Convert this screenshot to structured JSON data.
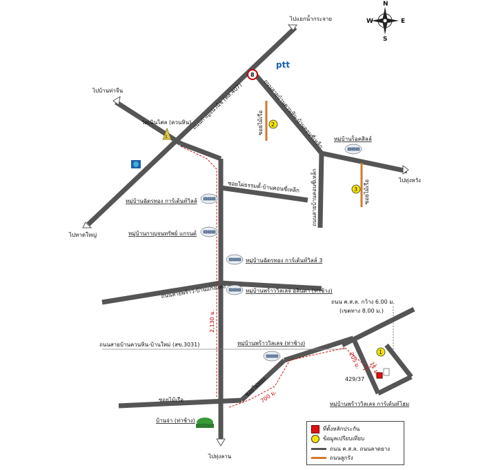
{
  "compass": {
    "n": "N",
    "s": "S",
    "e": "E",
    "w": "W"
  },
  "brand": {
    "ptt": "ptt"
  },
  "places": {
    "to_market": "ไปแยกน้ำกระจาย",
    "to_ban_tha_chin": "ไปบ้านท่าจีน",
    "wat": "วัดเนินไศล (ควนหิน)",
    "to_hat_yai": "ไปหาดใหญ่",
    "to_thung_wang": "ไปทุ่งหวัง",
    "to_thung_lan": "ไปทุ่งลาน",
    "ban_cha": "บ้านจ่า (ท่าช้าง)"
  },
  "roads": {
    "main_highway": "ถนนกาญจนวนิช (ทล.407)",
    "khuan_hin_road": "ถนนสายบ้านควนหิน-บ้านคอนซี่เหล็ก",
    "soi_1": "ซอยไม้เรือ",
    "soi_2": "ซอยไผ่ธรรมดั้-บ้านคอนซี่เหล็ก",
    "khuan_hin_kho": "ถนนสายบ้านคอนซี่เหล็ก",
    "soi_3": "ซอยไม้เรือ",
    "road_thung": "ถนนสายพร้าว-บ้านแก่งแดง",
    "road_3031": "ถนนสายบ้านควนหิน-บ้านใหม่ (สข.3031)",
    "soi_mai_rua": "ซอยไม้เรือ",
    "soi_sai": "ซอยไผ่ทอง",
    "pks_road_line1": "ถนน ค.ส.ล. กว้าง 6.00 ม.",
    "pks_road_line2": "(เขตทาง 8.00 ม.)"
  },
  "markers": {
    "m1": "1",
    "m2": "2",
    "m3": "3",
    "traffic": "8",
    "temple": "1"
  },
  "villages": {
    "v_rock": "หมู่บ้านร็อคสิลล์",
    "v_chatrthong1": "หมู่บ้านฉัตรทอง การ์เด้นท์วิลล์",
    "v_kanchana": "หมู่บ้านกาญจนทรัพย์ แกรนด์",
    "v_chatrthong3": "หมู่บ้านฉัตรทอง การ์เด้นท์วิลล์ 3",
    "v_phrao_onlin": "หมู่บ้านพร้าววิลเลจ อลินดา (ท่าช้าง)",
    "v_phrao_tha": "หมู่บ้านพร้าววิลเลจ (ท่าช้าง)",
    "v_phrao_garden": "หมู่บ้านพร้าววิลเลจ การ์เด้นท์โฮม"
  },
  "distances": {
    "d_2130": "2,130 ม.",
    "d_700": "700 ม.",
    "d_205": "205 ม.",
    "d_11": "11 ม."
  },
  "house_number": "429/37",
  "legend": {
    "collateral": "ที่ตั้งหลักประกัน",
    "comparable": "ข้อมูลเปรียบเทียบ",
    "paved": "ถนน ค.ส.ล. ถนนลาดยาง",
    "gravel": "ถนนลูกรัง"
  },
  "colors": {
    "road": "#555555",
    "gravel": "#d2782a",
    "distance": "#d01010",
    "marker": "#f5e400",
    "collateral": "#e01010"
  }
}
